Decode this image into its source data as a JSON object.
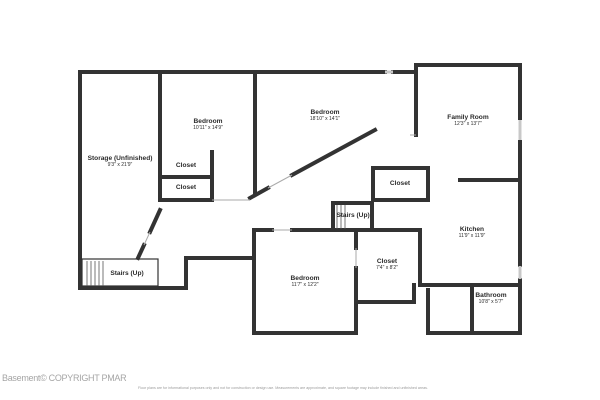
{
  "rooms": {
    "storage": {
      "name": "Storage (Unfinished)",
      "dim": "9'3\" x 21'9\""
    },
    "bedroom1": {
      "name": "Bedroom",
      "dim": "10'11\" x 14'9\""
    },
    "bedroom2": {
      "name": "Bedroom",
      "dim": "18'10\" x 14'1\""
    },
    "family": {
      "name": "Family Room",
      "dim": "12'3\" x 13'7\""
    },
    "closet_a": {
      "name": "Closet"
    },
    "closet_b": {
      "name": "Closet"
    },
    "closet_c": {
      "name": "Closet"
    },
    "stairs_mid": {
      "name": "Stairs (Up)"
    },
    "kitchen": {
      "name": "Kitchen",
      "dim": "11'9\" x 11'9\""
    },
    "closet_d": {
      "name": "Closet",
      "dim": "7'4\" x 8'2\""
    },
    "bedroom3": {
      "name": "Bedroom",
      "dim": "11'7\" x 12'2\""
    },
    "bathroom": {
      "name": "Bathroom",
      "dim": "10'8\" x 5'7\""
    },
    "stairs_left": {
      "name": "Stairs (Up)"
    }
  },
  "watermark": "Basement© COPYRIGHT PMAR",
  "disclaimer": "Floor plans are for informational purposes only and not for construction or design use. Measurements are approximate, and square footage may include finished and unfinished areas.",
  "colors": {
    "wall": "#333333",
    "window": "#c8c8c8",
    "text": "#2b2b2b"
  }
}
